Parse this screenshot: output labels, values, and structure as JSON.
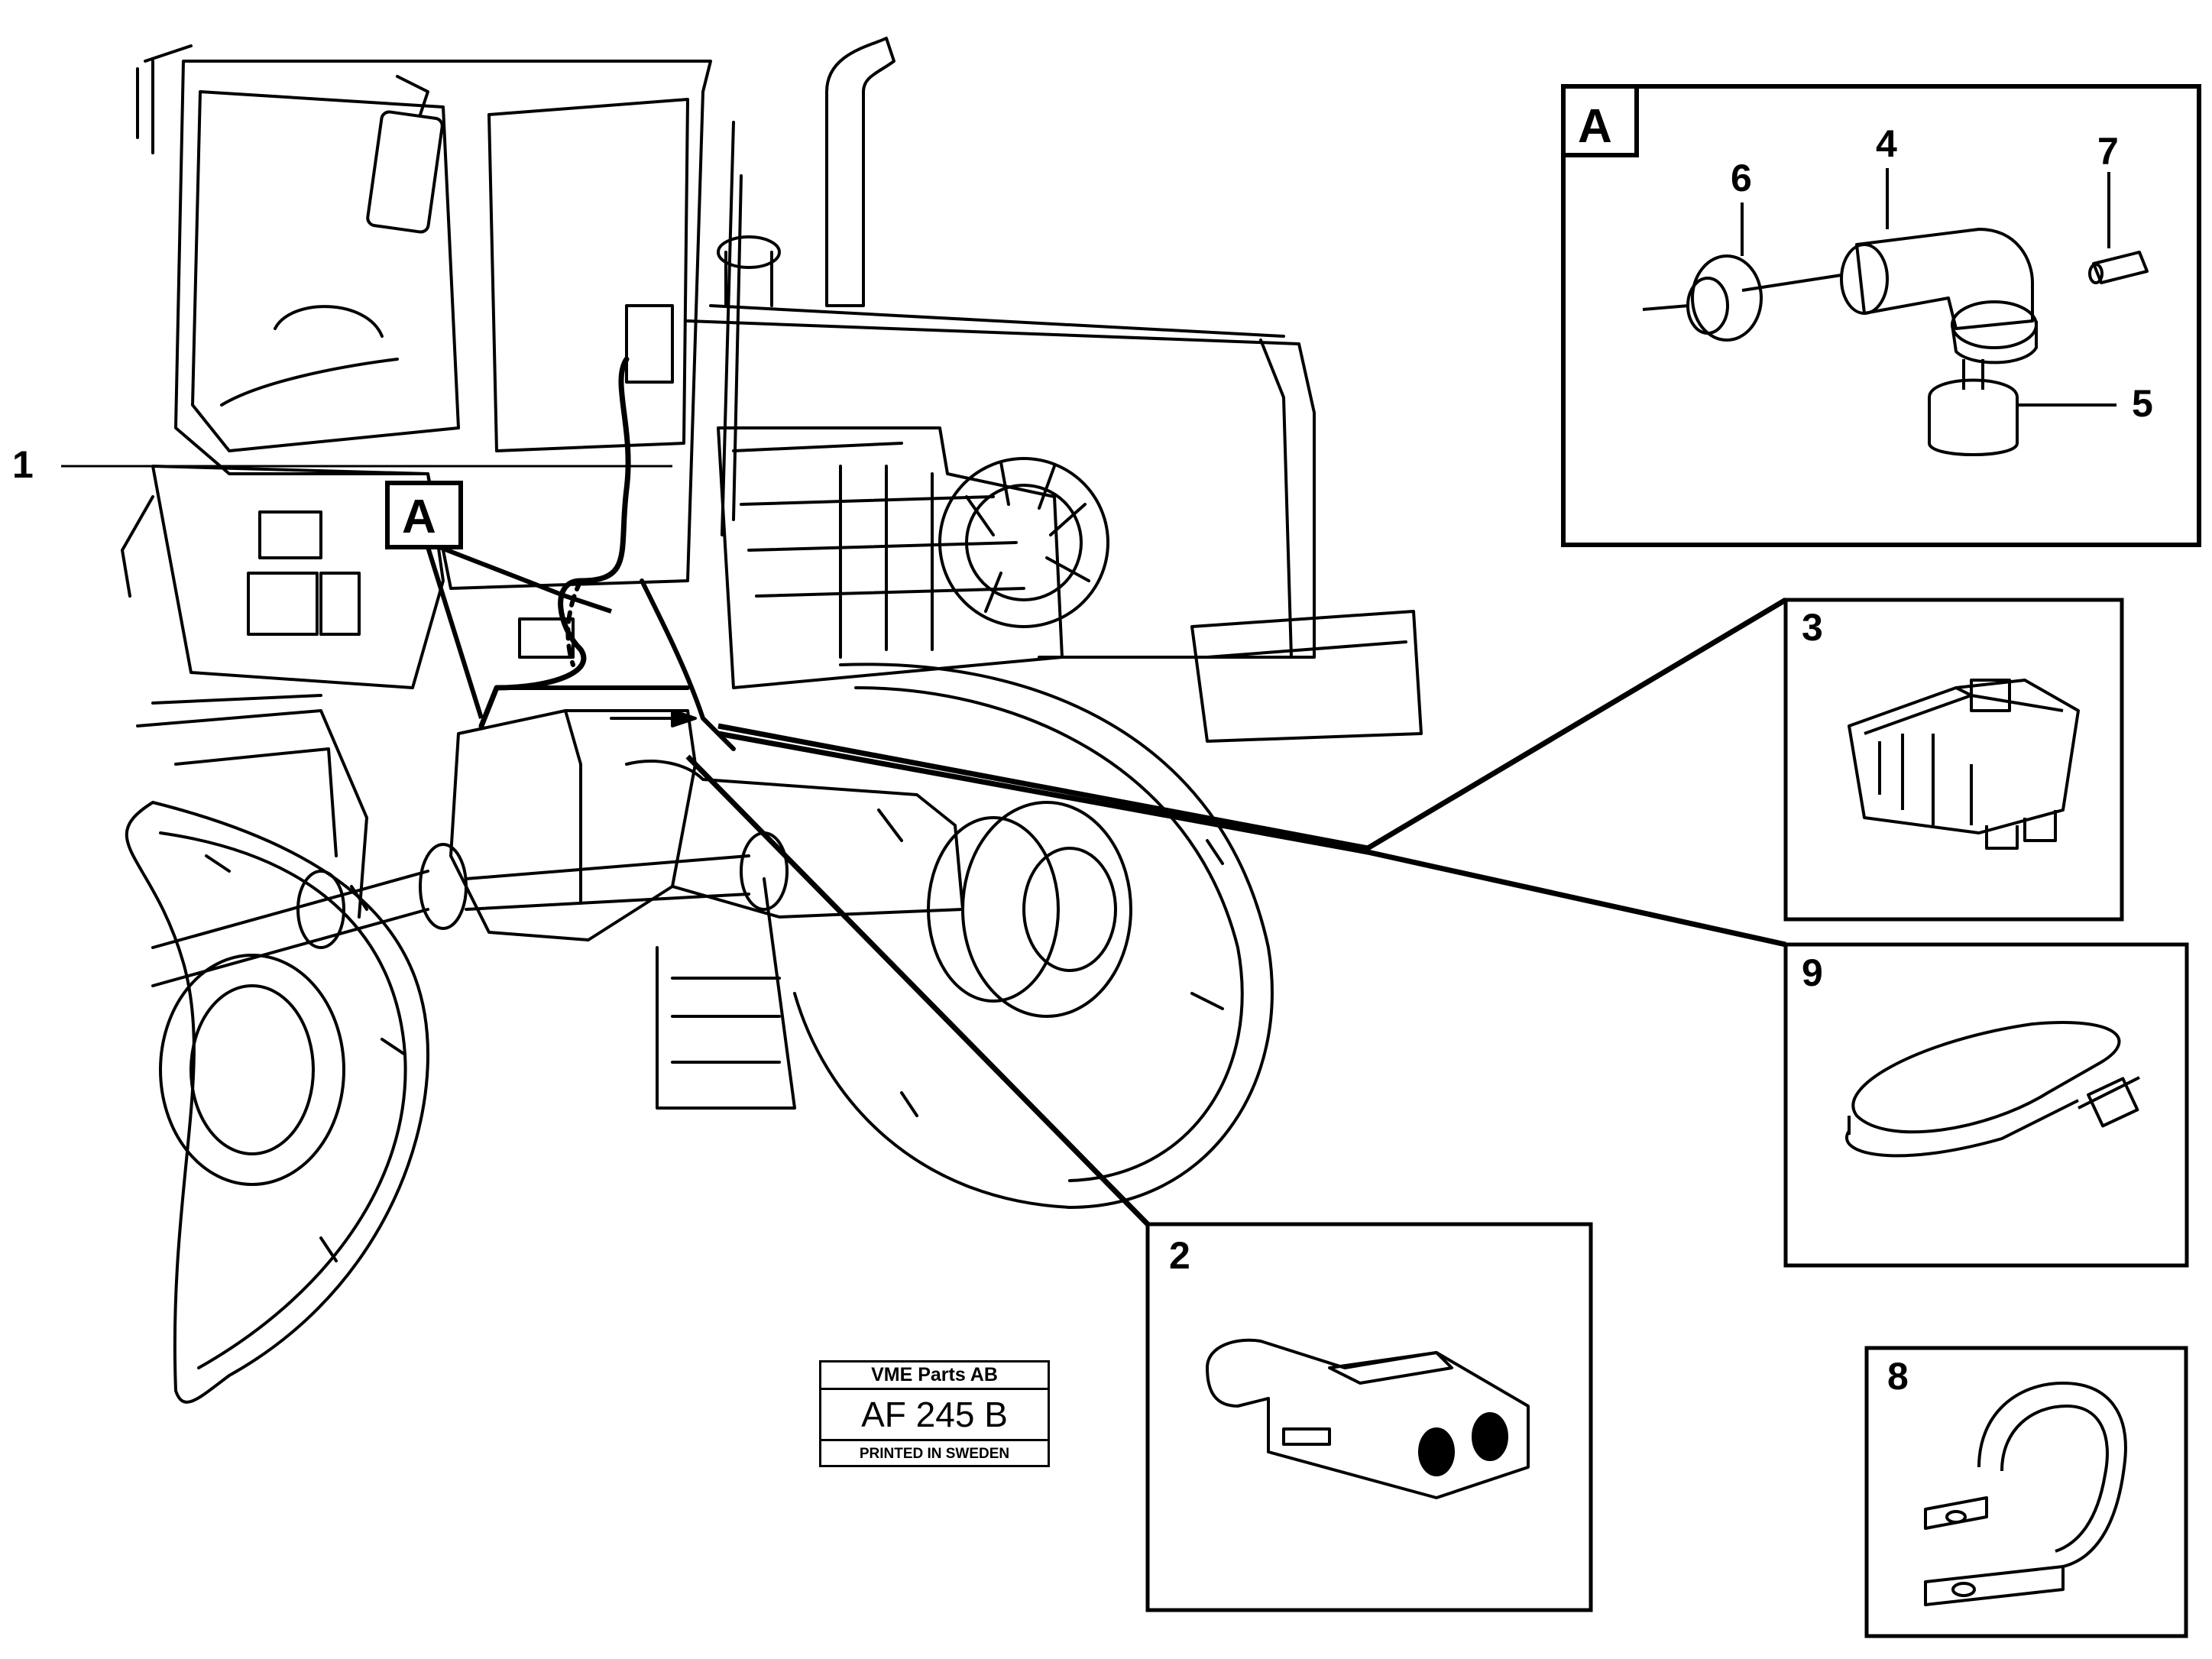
{
  "callouts": {
    "c1": "1",
    "c2": "2",
    "c3": "3",
    "c4": "4",
    "c5": "5",
    "c6": "6",
    "c7": "7",
    "c8": "8",
    "c9": "9",
    "view_a": "A",
    "detail_a": "A"
  },
  "stamp": {
    "company": "VME Parts AB",
    "code": "AF 245  B",
    "printed": "PRINTED IN SWEDEN"
  },
  "colors": {
    "ink": "#000000",
    "paper": "#ffffff"
  }
}
